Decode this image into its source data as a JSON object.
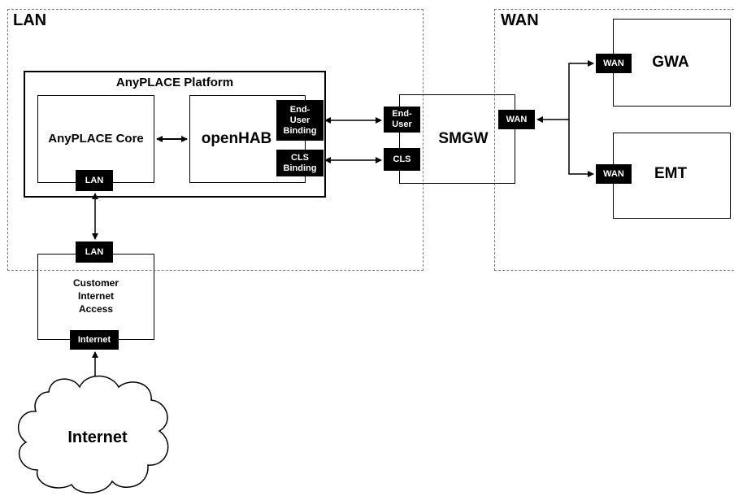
{
  "zones": {
    "lan": {
      "title": "LAN"
    },
    "wan": {
      "title": "WAN"
    }
  },
  "platform": {
    "title": "AnyPLACE Platform"
  },
  "core": {
    "title": "AnyPLACE Core",
    "port": "LAN"
  },
  "openhab": {
    "title": "openHAB",
    "end_user_binding": "End-\nUser\nBinding",
    "cls_binding": "CLS\nBinding"
  },
  "smgw": {
    "title": "SMGW",
    "end_user_port": "End-\nUser",
    "cls_port": "CLS",
    "wan_port": "WAN"
  },
  "gwa": {
    "title": "GWA",
    "port": "WAN"
  },
  "emt": {
    "title": "EMT",
    "port": "WAN"
  },
  "customer_access": {
    "title": "Customer\nInternet\nAccess",
    "lan_port": "LAN",
    "internet_port": "Internet"
  },
  "internet_cloud": {
    "title": "Internet"
  }
}
